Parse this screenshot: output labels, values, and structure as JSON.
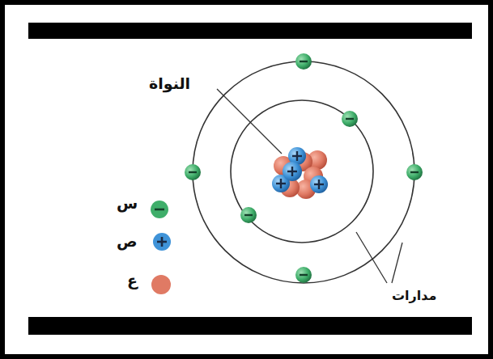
{
  "diagram": {
    "labels": [
      "النواة",
      "مدارات"
    ],
    "legend": [
      {
        "text": "س"
      },
      {
        "text": "ص"
      },
      {
        "text": "ع",
        "color": "#e07a64"
      }
    ]
  }
}
